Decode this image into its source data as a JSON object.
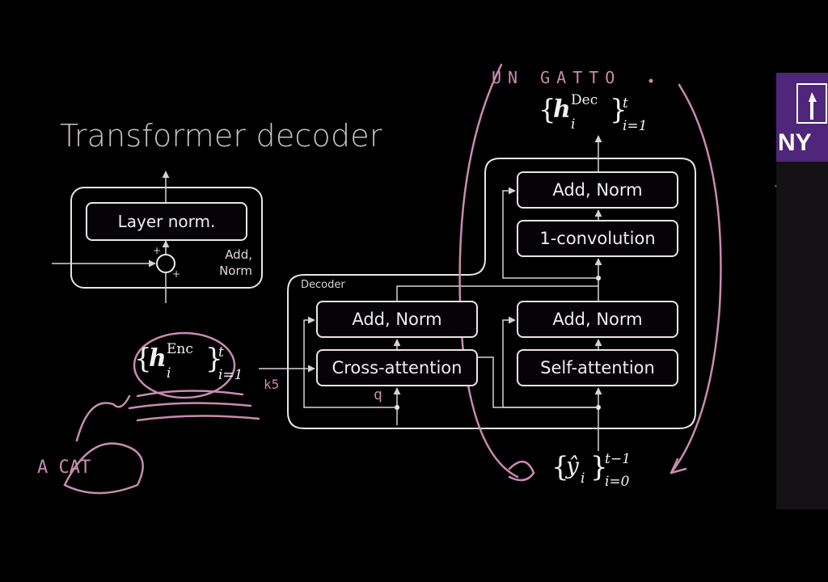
{
  "slide": {
    "title": "Transformer decoder",
    "addnorm_block": {
      "layer_norm_label": "Layer norm.",
      "side_label_line1": "Add,",
      "side_label_line2": "Norm",
      "plus_sign": "+"
    },
    "decoder": {
      "label": "Decoder",
      "left_add_norm": "Add, Norm",
      "cross_attention": "Cross-attention",
      "right_add_norm": "Add, Norm",
      "self_attention": "Self-attention",
      "top_add_norm": "Add, Norm",
      "convolution": "1-convolution"
    },
    "math": {
      "encoder": {
        "var": "h",
        "sub": "i",
        "sup": "Enc",
        "limit_sup": "t",
        "limit_sub": "i=1"
      },
      "decoder_out": {
        "var": "h",
        "sub": "i",
        "sup": "Dec",
        "limit_sup": "t",
        "limit_sub": "i=1"
      },
      "inputs": {
        "var": "ŷ",
        "sub": "i",
        "limit_sup": "t−1",
        "limit_sub": "i=0"
      }
    },
    "handwriting": {
      "input_words": "A CAT",
      "top_scribble": "UN GATTO",
      "ks": "k5",
      "q": "q"
    },
    "logo_text": "NY"
  },
  "colors": {
    "background": "#000000",
    "box_outline": "#e9e4e8",
    "annotation_pink": "#c98bb0",
    "logo_purple": "#4f2679"
  }
}
